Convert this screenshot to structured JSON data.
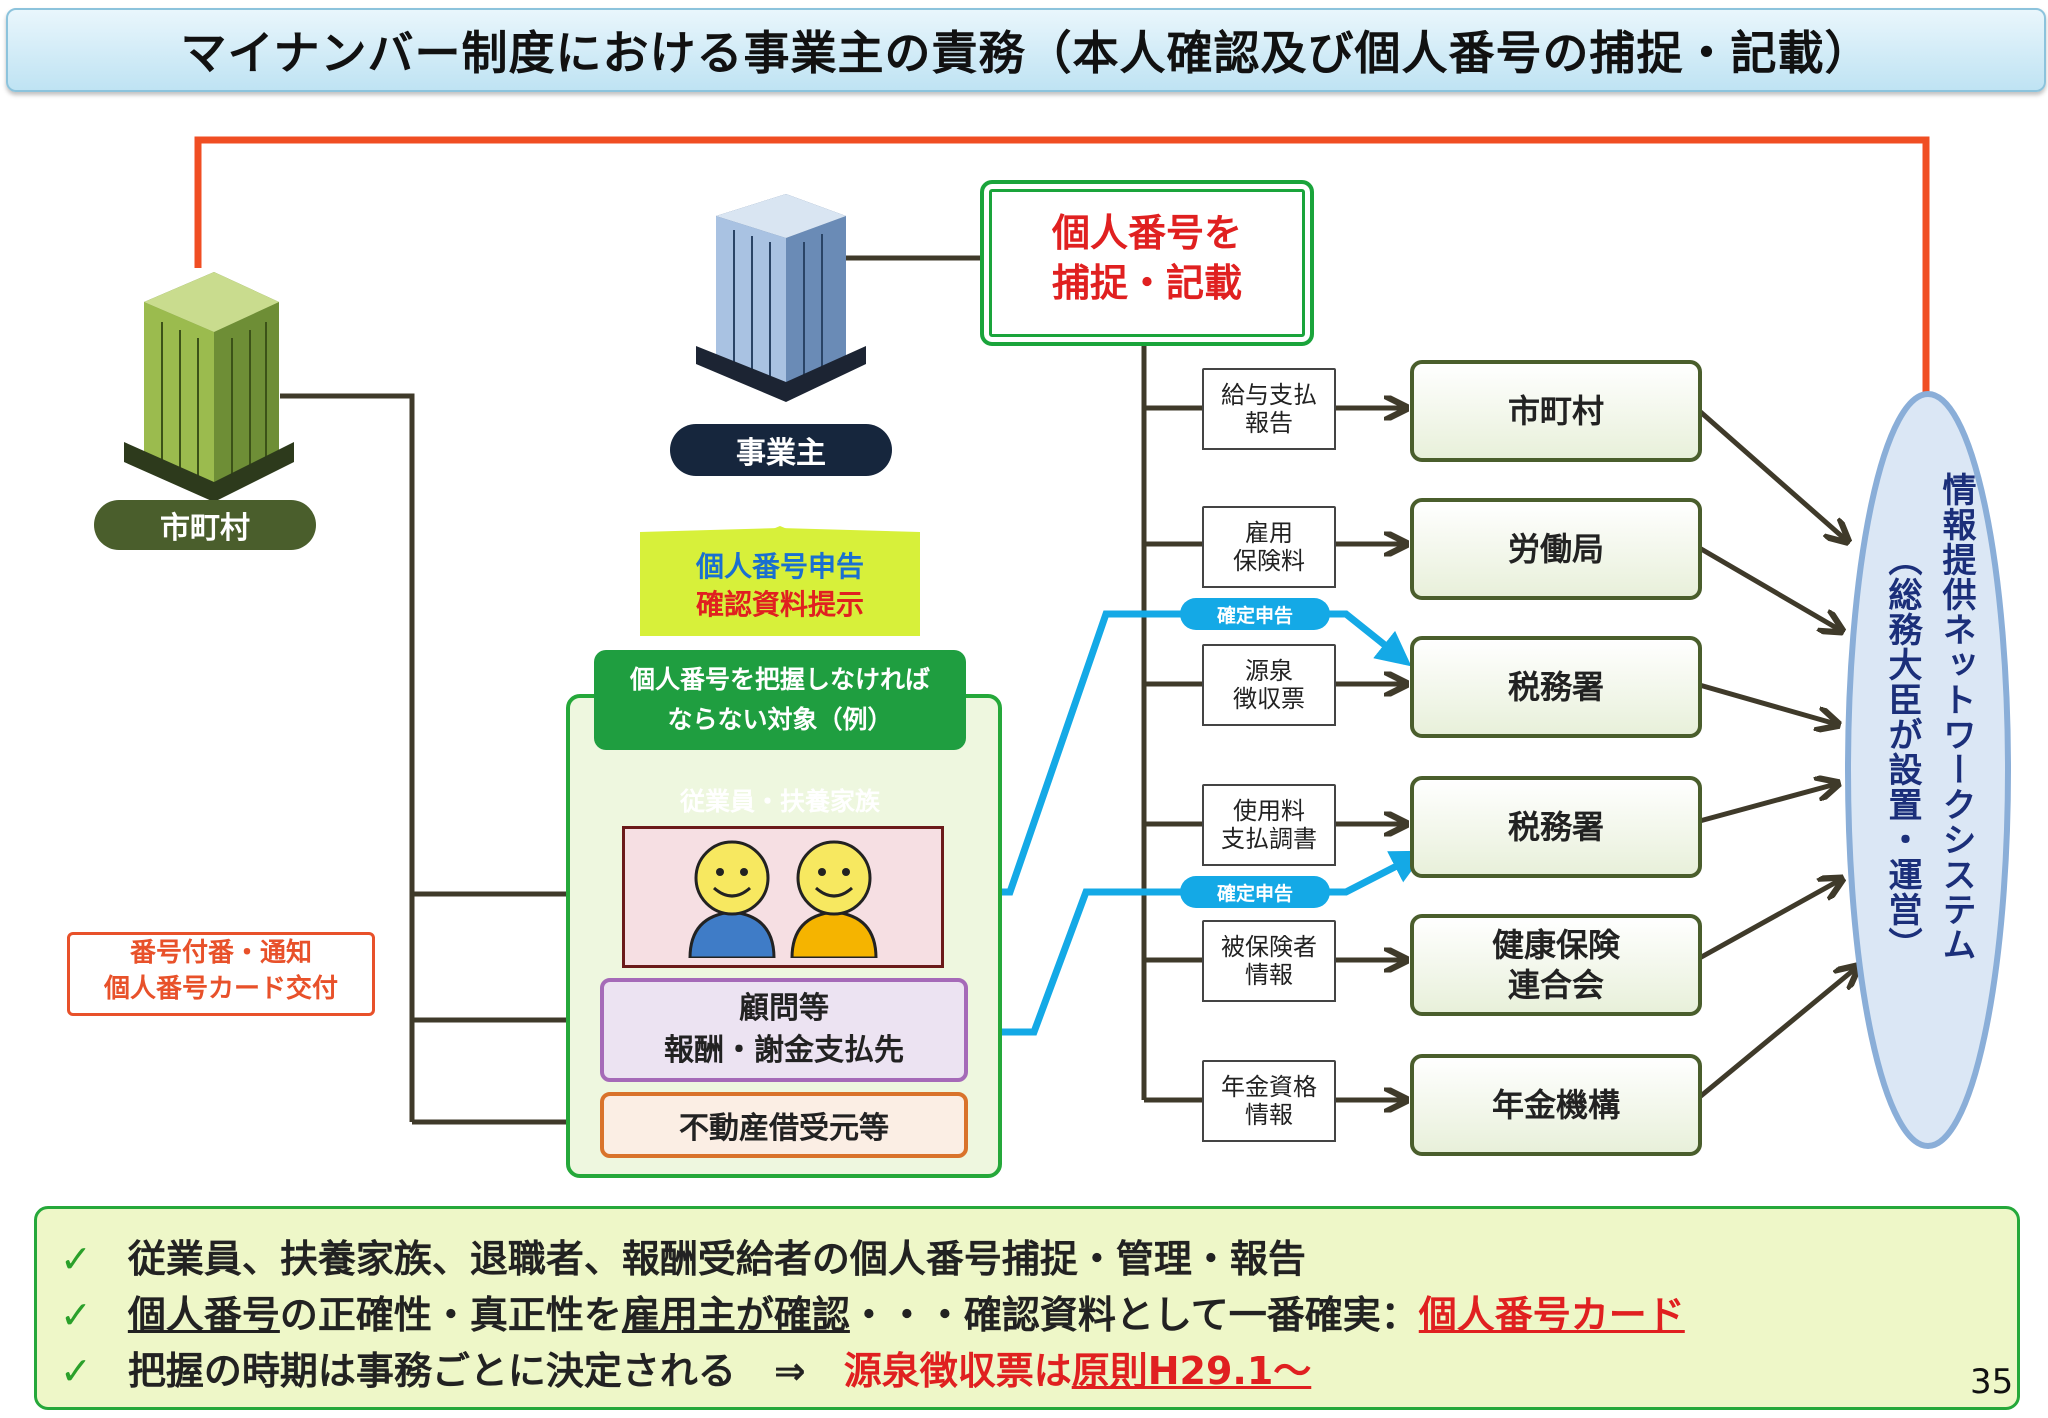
{
  "title": "マイナンバー制度における事業主の責務（本人確認及び個人番号の捕捉・記載）",
  "left": {
    "municipality_label": "市町村",
    "notice_lines": [
      "番号付番・通知",
      "個人番号カード交付"
    ]
  },
  "center": {
    "employer_label": "事業主",
    "arrow_lines": [
      "個人番号申告",
      "確認資料提示"
    ],
    "targets_heading_lines": [
      "個人番号を把握しなければ",
      "ならない対象（例）"
    ],
    "house_label": "従業員・扶養家族",
    "advisor_lines": [
      "顧問等",
      "報酬・謝金支払先"
    ],
    "realestate_label": "不動産借受元等"
  },
  "capture": {
    "lines": [
      "個人番号を",
      "捕捉・記載"
    ]
  },
  "flows": [
    {
      "doc_lines": [
        "給与支払",
        "報告"
      ],
      "dest_lines": [
        "市町村"
      ]
    },
    {
      "doc_lines": [
        "雇用",
        "保険料"
      ],
      "dest_lines": [
        "労働局"
      ]
    },
    {
      "doc_lines": [
        "源泉",
        "徴収票"
      ],
      "dest_lines": [
        "税務署"
      ]
    },
    {
      "doc_lines": [
        "使用料",
        "支払調書"
      ],
      "dest_lines": [
        "税務署"
      ]
    },
    {
      "doc_lines": [
        "被保険者",
        "情報"
      ],
      "dest_lines": [
        "健康保険",
        "連合会"
      ]
    },
    {
      "doc_lines": [
        "年金資格",
        "情報"
      ],
      "dest_lines": [
        "年金機構"
      ]
    }
  ],
  "tags": {
    "kakutei1": "確定申告",
    "kakutei2": "確定申告"
  },
  "network": {
    "main": "情報提供ネットワークシステム",
    "sub": "（総務大臣が設置・運営）"
  },
  "bottom": {
    "line1": "従業員、扶養家族、退職者、報酬受給者の個人番号捕捉・管理・報告",
    "line2_a": "個人番号",
    "line2_b": "の正確性・真正性を",
    "line2_c": "雇用主が確認",
    "line2_d": "・・・確認資料として一番確実：",
    "line2_e": "個人番号カード",
    "line3_a": "把握の時期は事務ごとに決定される　⇒　",
    "line3_b": "源泉徴収票は",
    "line3_c": "原則H29.1～",
    "check": "✓"
  },
  "page_number": "35",
  "colors": {
    "orange_line": "#f04e23",
    "olive": "#4a5e2c",
    "blue_arrow": "#14a9e6",
    "green": "#25a83a"
  }
}
